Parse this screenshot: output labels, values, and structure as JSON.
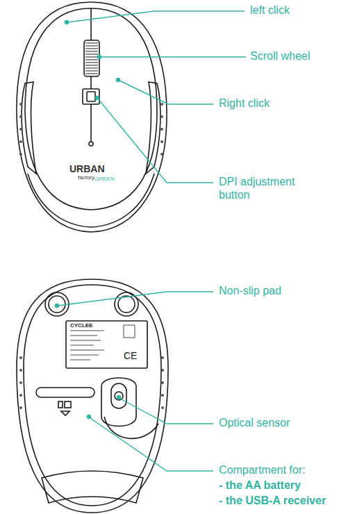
{
  "diagram": {
    "labels": [
      "left click",
      "Scroll wheel",
      "Right click",
      "DPI adjustment button",
      "Non-slip pad",
      "Optical sensor",
      "Compartment for:",
      "- the AA battery",
      "- the USB-A receiver",
      "URBAN",
      "factory",
      "GREEN",
      "CYCLEE",
      "CE"
    ]
  }
}
